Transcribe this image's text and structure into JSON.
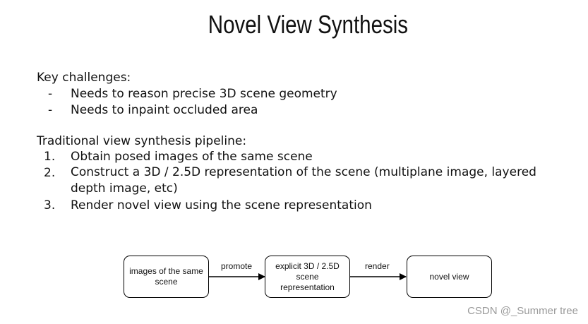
{
  "title": "Novel View Synthesis",
  "challenges": {
    "heading": "Key challenges:",
    "marker": "-",
    "items": [
      "Needs to reason precise 3D scene geometry",
      "Needs to inpaint occluded area"
    ]
  },
  "pipeline": {
    "heading": "Traditional view synthesis pipeline:",
    "items": [
      {
        "num": "1.",
        "text": "Obtain posed images of the same scene"
      },
      {
        "num": "2.",
        "text": "Construct a 3D / 2.5D representation of the scene (multiplane image, layered depth image, etc)"
      },
      {
        "num": "3.",
        "text": "Render novel view using the scene representation"
      }
    ]
  },
  "diagram": {
    "nodes": [
      "images of the same scene",
      "explicit 3D / 2.5D scene representation",
      "novel view"
    ],
    "edges": [
      "promote",
      "render"
    ]
  },
  "watermark": "CSDN @_Summer tree"
}
